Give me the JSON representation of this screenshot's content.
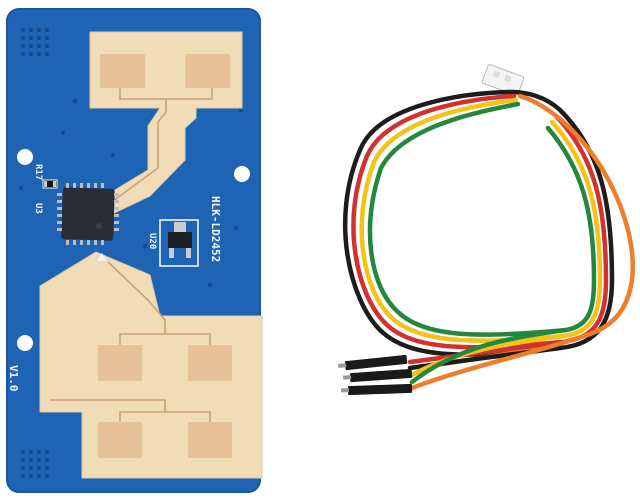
{
  "board": {
    "model": "HLK-LD2452",
    "version": "V1.0",
    "resistor_ref": "R17",
    "chip_ref": "U3",
    "regulator_ref": "U20"
  },
  "colors": {
    "pcb": "#1f63b4",
    "pcb_edge": "#1b57a0",
    "antenna_pad": "#f1dcb8",
    "antenna_patch": "#e7c299",
    "chip": "#2a2d33",
    "wire_black": "#1d1d1d",
    "wire_red": "#d33131",
    "wire_yellow": "#f2c318",
    "wire_green": "#24873f",
    "wire_orange": "#ef7d2c"
  }
}
